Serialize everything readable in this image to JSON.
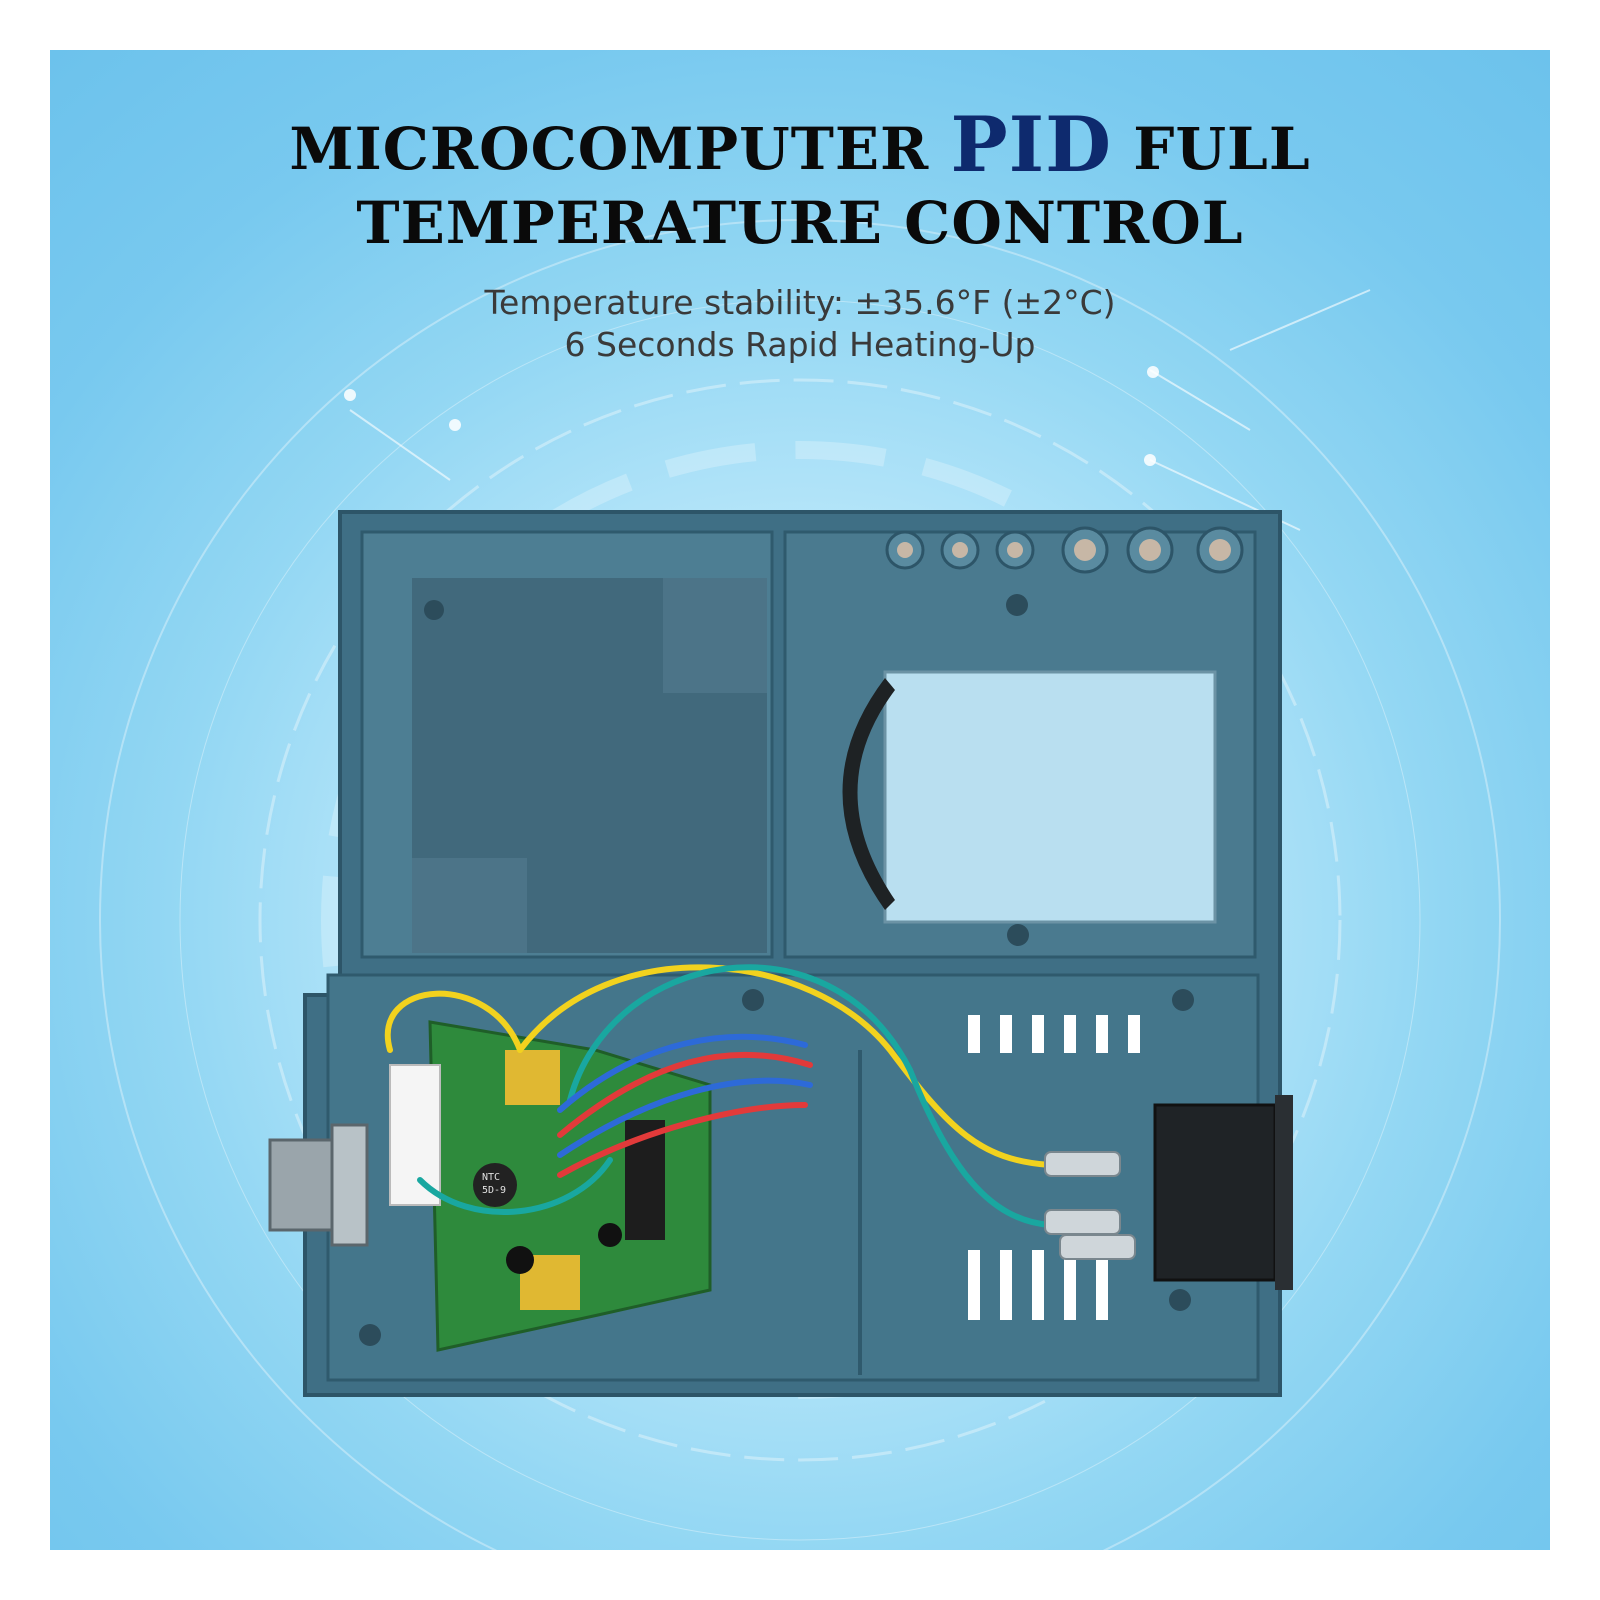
{
  "headline": {
    "line1_part1": "MICROCOMPUTER",
    "line1_accent": "PID",
    "line1_part2": "FULL",
    "line2": "TEMPERATURE CONTROL"
  },
  "subtitle": {
    "line1": "Temperature stability: ±35.6°F (±2°C)",
    "line2": "6 Seconds Rapid Heating-Up"
  },
  "pcb": {
    "component_label_1": "NTC",
    "component_label_2": "5D-9"
  },
  "colors": {
    "background": "#93d7f3",
    "accent": "#0e2a6e",
    "enclosure": "#3f6f85",
    "pcb": "#2e8a3c"
  }
}
